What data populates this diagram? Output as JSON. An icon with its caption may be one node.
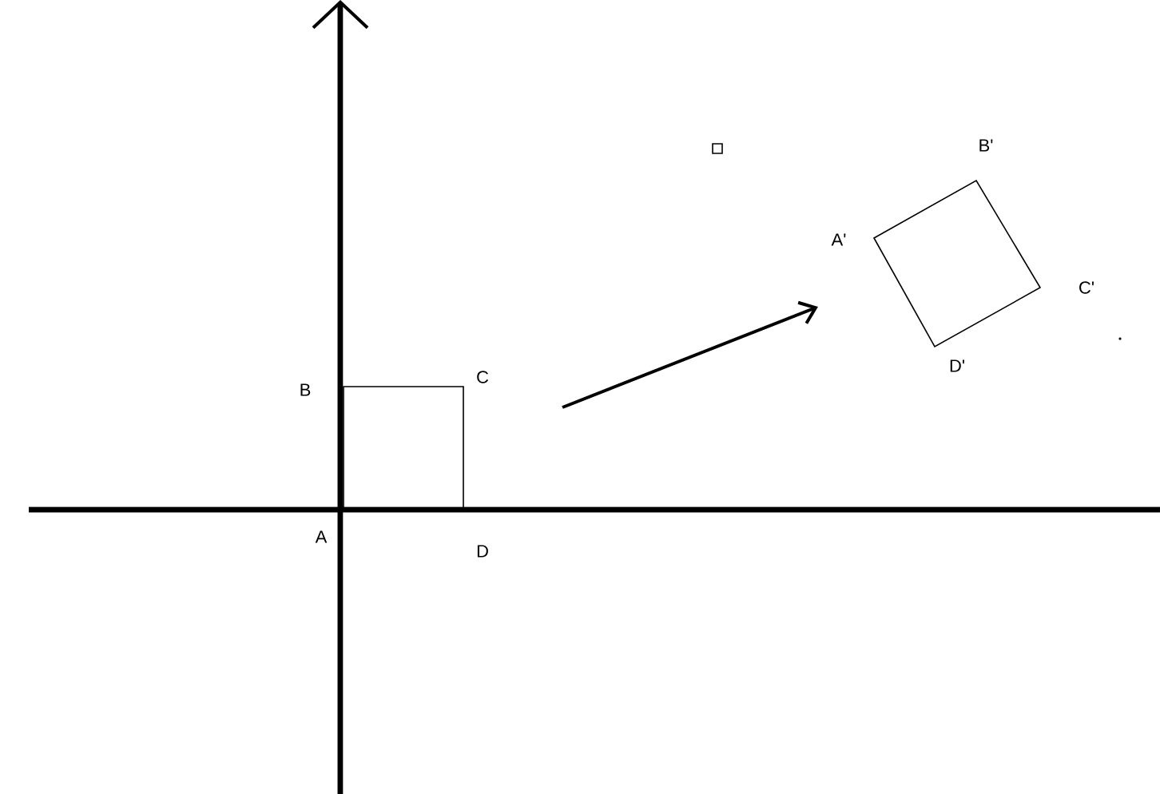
{
  "diagram": {
    "labels": [
      "B",
      "C",
      "A",
      "D",
      "A'",
      "B'",
      "C'",
      "D'"
    ]
  }
}
